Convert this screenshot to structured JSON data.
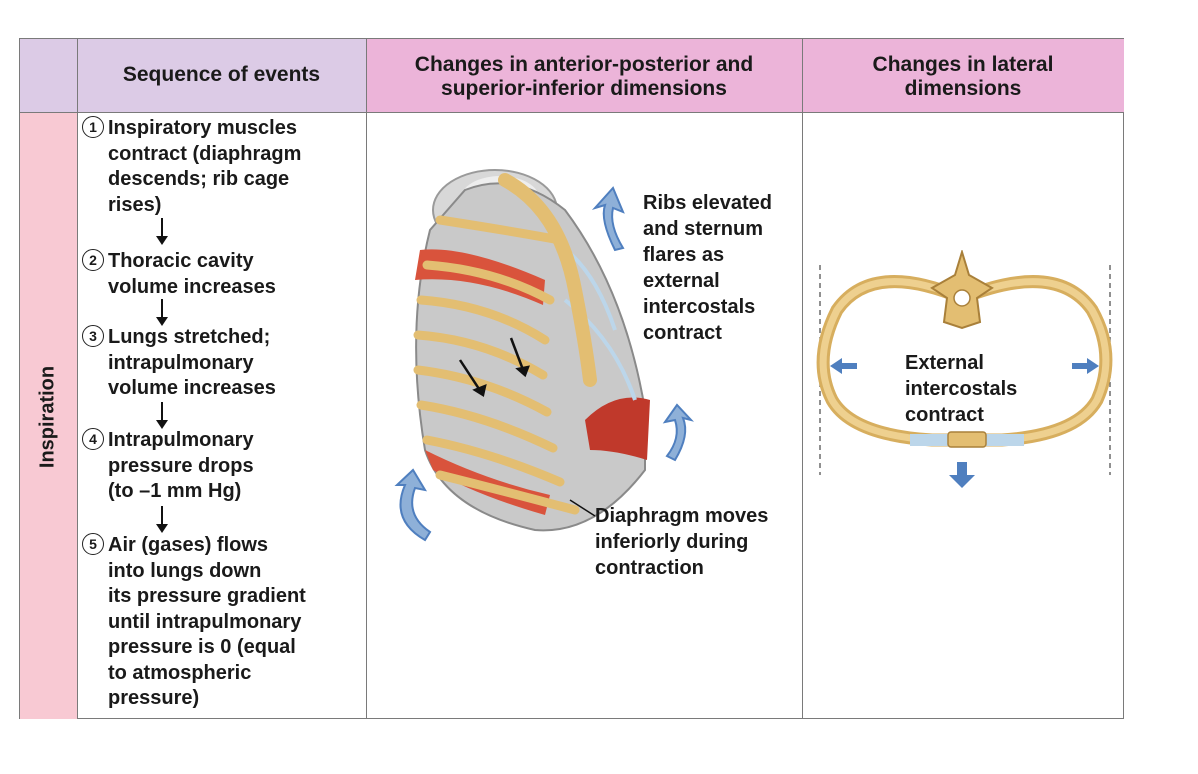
{
  "headers": {
    "sequence": "Sequence of events",
    "ap_line1": "Changes in anterior-posterior and",
    "ap_line2": "superior-inferior dimensions",
    "lat_line1": "Changes in lateral",
    "lat_line2": "dimensions"
  },
  "row_label": "Inspiration",
  "steps": [
    {
      "num": "1",
      "lines": [
        "Inspiratory muscles",
        "contract (diaphragm",
        "descends; rib cage",
        "rises)"
      ]
    },
    {
      "num": "2",
      "lines": [
        "Thoracic cavity",
        "volume increases"
      ]
    },
    {
      "num": "3",
      "lines": [
        "Lungs stretched;",
        "intrapulmonary",
        "volume increases"
      ]
    },
    {
      "num": "4",
      "lines": [
        "Intrapulmonary",
        "pressure drops",
        "(to –1 mm Hg)"
      ]
    },
    {
      "num": "5",
      "lines": [
        "Air (gases) flows",
        "into lungs down",
        "its pressure gradient",
        "until intrapulmonary",
        "pressure is 0 (equal",
        "to atmospheric",
        "pressure)"
      ]
    }
  ],
  "ap_labels": {
    "ribs": [
      "Ribs elevated",
      "and sternum",
      "flares as",
      "external",
      "intercostals",
      "contract"
    ],
    "diaphragm": [
      "Diaphragm moves",
      "inferiorly during",
      "contraction"
    ]
  },
  "lateral_labels": [
    "External",
    "intercostals",
    "contract"
  ],
  "colors": {
    "header_purple": "#dccbe6",
    "header_pink": "#ecb4d9",
    "side_pink": "#f8c9d3",
    "bone": "#e9c77c",
    "muscle": "#d9533c",
    "arrow": "#4f7fbf"
  }
}
